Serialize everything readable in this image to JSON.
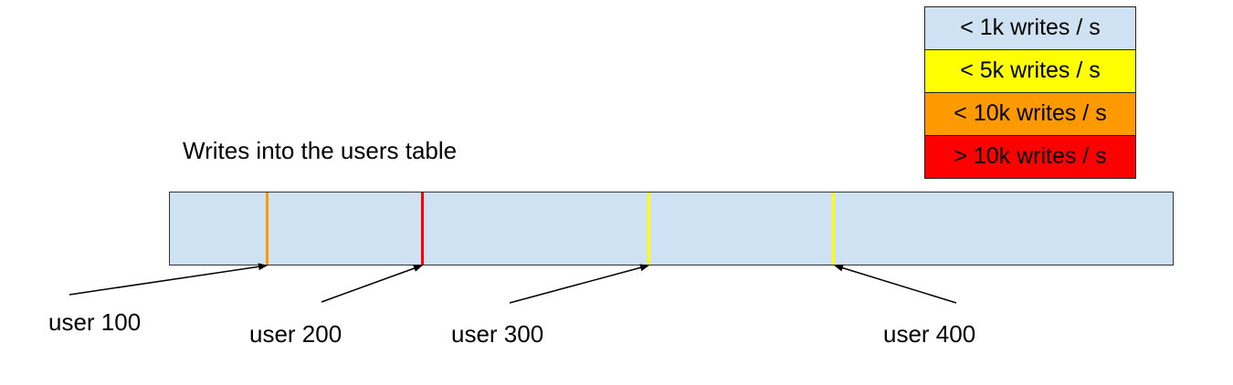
{
  "title": "Writes into the users table",
  "legend": [
    {
      "label": "< 1k writes / s",
      "color": "#cfe2f3"
    },
    {
      "label": "< 5k writes / s",
      "color": "#ffff00"
    },
    {
      "label": "< 10k writes / s",
      "color": "#ff9900"
    },
    {
      "label": "> 10k writes / s",
      "color": "#ff0000"
    }
  ],
  "markers": [
    {
      "label": "user 100",
      "rate_class": "< 10k writes / s",
      "color": "#ff9900"
    },
    {
      "label": "user 200",
      "rate_class": "> 10k writes / s",
      "color": "#ff0000"
    },
    {
      "label": "user 300",
      "rate_class": "< 5k writes / s",
      "color": "#ffff00"
    },
    {
      "label": "user 400",
      "rate_class": "< 5k writes / s",
      "color": "#ffff00"
    }
  ]
}
